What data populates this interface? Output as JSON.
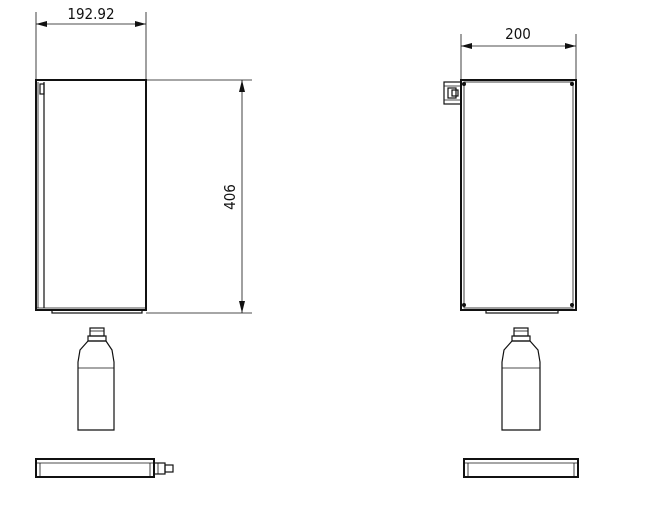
{
  "dimensions": {
    "side_width": "192.92",
    "height": "406",
    "front_width": "200"
  },
  "views": {
    "side": "side-view",
    "front": "front-view"
  },
  "icons": [
    "bottle-icon",
    "base-tray-icon",
    "connector-icon",
    "screw-icon"
  ]
}
